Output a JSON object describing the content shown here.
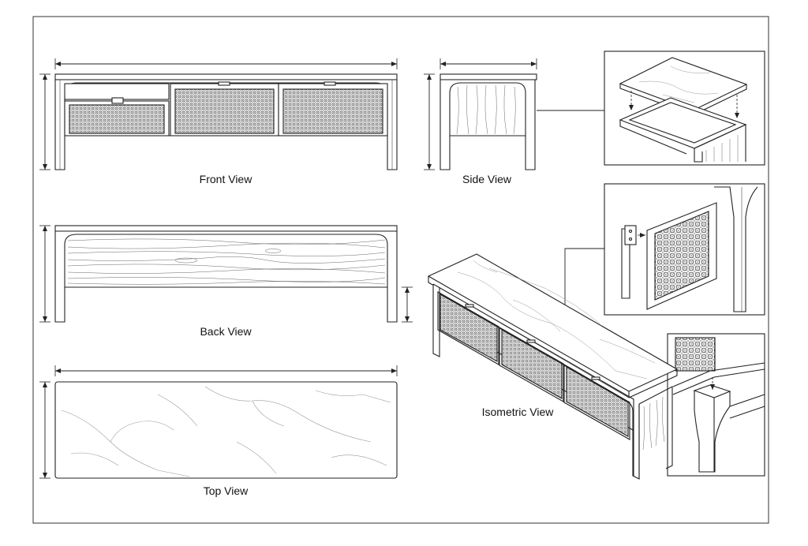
{
  "views": {
    "front": "Front View",
    "side": "Side View",
    "back": "Back View",
    "top": "Top View",
    "isometric": "Isometric View"
  }
}
